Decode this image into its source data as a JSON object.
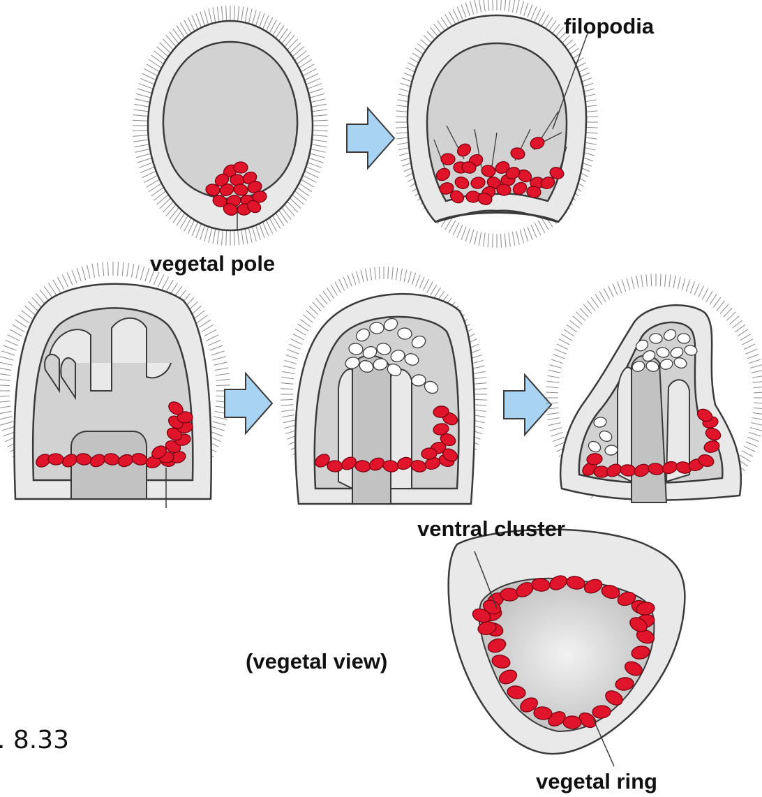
{
  "labels": {
    "filopodia": "filopodia",
    "vegetal_pole": "vegetal pole",
    "ventral_cluster": "ventral cluster",
    "vegetal_view": "(vegetal view)",
    "vegetal_ring": "vegetal ring",
    "figure_number": ". 8.33"
  },
  "colors": {
    "embryo_outer": "#e9e9e9",
    "blastocoel": "#d2d2d2",
    "gut": "#c2c2c2",
    "outline": "#3a3a3a",
    "cilia": "#8a8a8a",
    "pmc_cell": "#e0142b",
    "pmc_outline": "#7a0010",
    "white_cell": "#ffffff",
    "arrow_fill": "#a9d3f2",
    "arrow_stroke": "#3a3a3a"
  },
  "icons": [
    "right-arrow-icon",
    "embryo-stage-diagram"
  ]
}
